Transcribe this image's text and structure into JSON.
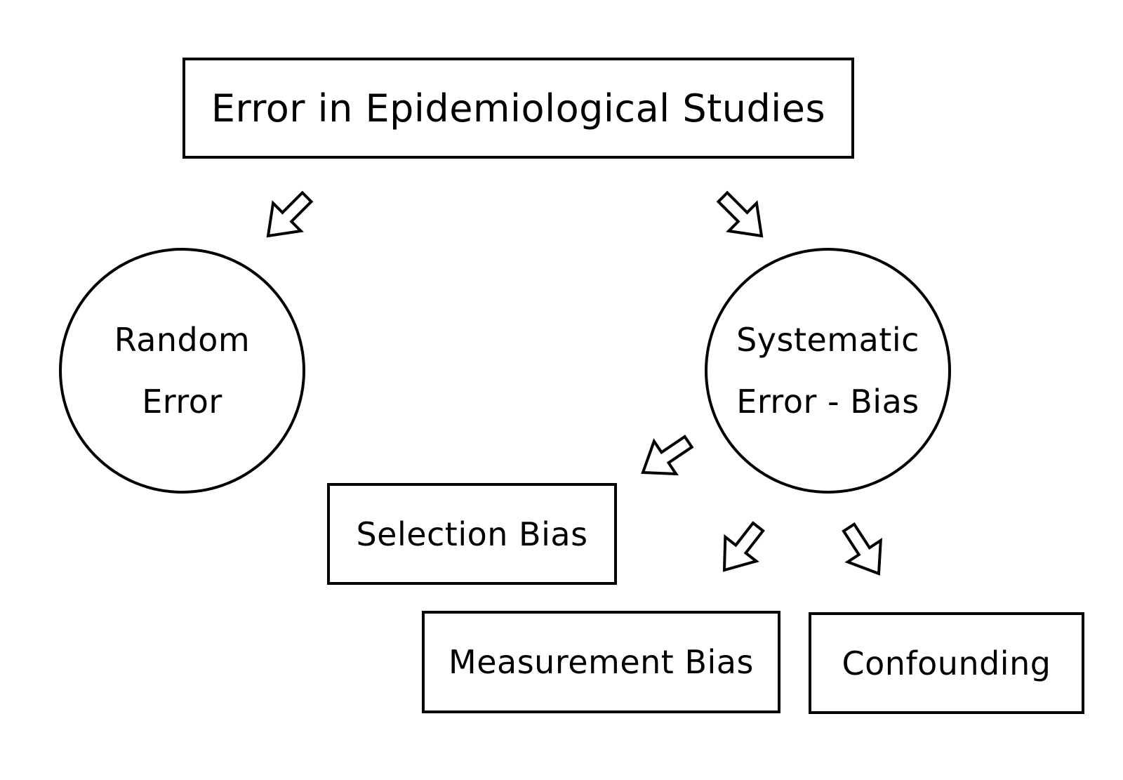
{
  "diagram": {
    "title": "Error in Epidemiological Studies",
    "nodes": {
      "random": {
        "line1": "Random",
        "line2": "Error"
      },
      "systematic": {
        "line1": "Systematic",
        "line2": "Error - Bias"
      },
      "selection": "Selection Bias",
      "measurement": "Measurement Bias",
      "confounding": "Confounding"
    },
    "edges": [
      {
        "from": "title",
        "to": "random"
      },
      {
        "from": "title",
        "to": "systematic"
      },
      {
        "from": "systematic",
        "to": "selection"
      },
      {
        "from": "systematic",
        "to": "measurement"
      },
      {
        "from": "systematic",
        "to": "confounding"
      }
    ],
    "colors": {
      "stroke": "#000000",
      "fill": "#ffffff"
    }
  }
}
